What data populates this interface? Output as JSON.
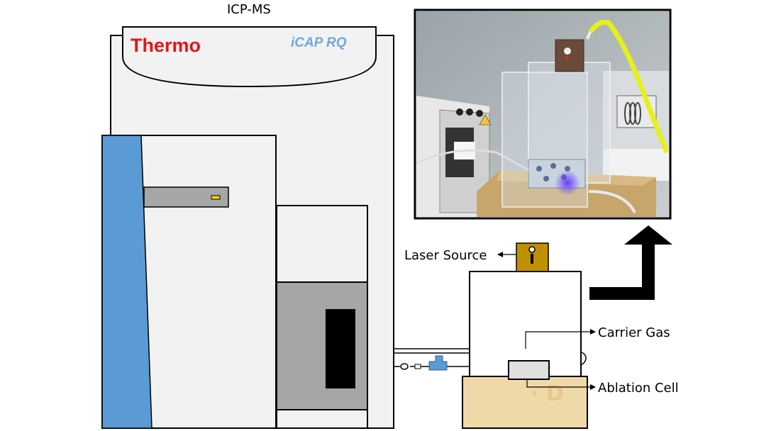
{
  "labels": {
    "instrument": "ICP-MS",
    "laser_source": "Laser Source",
    "carrier_gas": "Carrier Gas",
    "ablation_cell": "Ablation Cell"
  },
  "instrument_brand": {
    "brand": "Thermo",
    "model": "iCAP RQ"
  },
  "colors": {
    "brand_red": "#e81416",
    "model_blue": "#6fa8dc",
    "panel_blue": "#5b9bd5",
    "housing": "#f2f2f2",
    "gray_panel": "#a6a6a6",
    "laser_gold": "#bf9000",
    "stage_tan": "#f0d9a8",
    "connector_blue": "#5b9bd5"
  },
  "icons": {
    "photo": "laser-ablation-setup-photo",
    "arrow": "bent-arrow-up"
  }
}
